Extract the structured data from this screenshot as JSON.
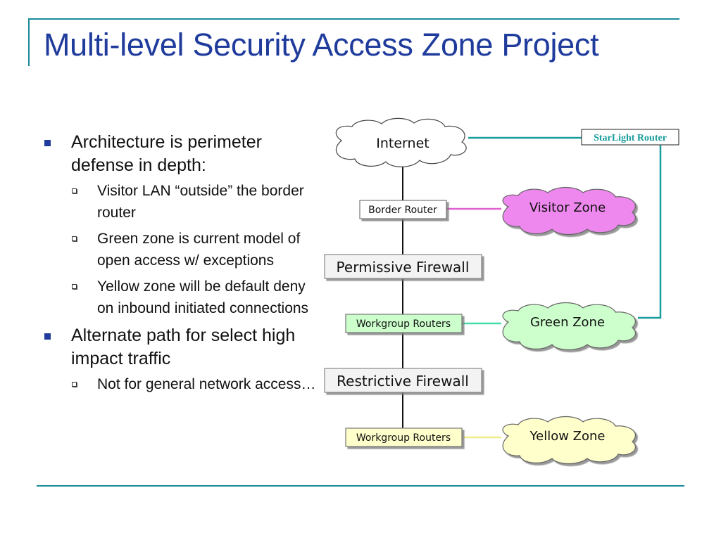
{
  "slide": {
    "title": "Multi-level Security Access Zone Project",
    "bullets": [
      {
        "text": "Architecture is perimeter defense in depth:",
        "subs": [
          "Visitor LAN “outside” the border router",
          "Green zone is current model of open access w/ exceptions",
          "Yellow zone will be default deny on inbound initiated connections"
        ]
      },
      {
        "text": "Alternate path for select high impact traffic",
        "subs": [
          "Not for general network access…"
        ]
      }
    ]
  },
  "diagram": {
    "internet": "Internet",
    "starlight_router": "StarLight Router",
    "border_router": "Border Router",
    "visitor_zone": "Visitor Zone",
    "permissive_firewall": "Permissive Firewall",
    "workgroup_routers_1": "Workgroup Routers",
    "green_zone": "Green Zone",
    "restrictive_firewall": "Restrictive Firewall",
    "workgroup_routers_2": "Workgroup Routers",
    "yellow_zone": "Yellow Zone",
    "colors": {
      "accent": "#1a8a9a",
      "title": "#1f3c9c",
      "visitor": "#ee88ee",
      "green": "#ccffcc",
      "yellow": "#ffffcc",
      "link_visitor": "#e060d0",
      "link_green": "#44ddaa",
      "link_yellow": "#eeee88",
      "starlight_link": "#199c9c"
    }
  }
}
